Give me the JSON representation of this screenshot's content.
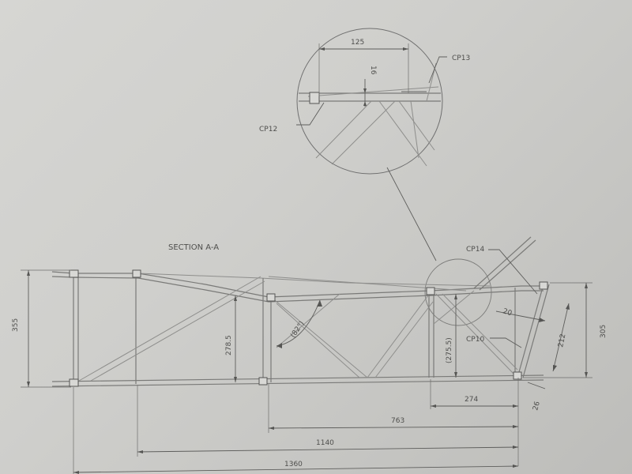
{
  "section": {
    "title": "SECTION A-A"
  },
  "checkpoints": {
    "cp10": "CP10",
    "cp12": "CP12",
    "cp13": "CP13",
    "cp14": "CP14"
  },
  "dimensions": {
    "detail_width": "125",
    "detail_offset": "16",
    "overall_height": "355",
    "web_height": "278.5",
    "angle": "(82°)",
    "inner_height": "(275.5)",
    "gap": "20",
    "end_segment": "212",
    "end_height": "305",
    "end_offset": "26",
    "len_274": "274",
    "len_763": "763",
    "len_1140": "1140",
    "len_1360": "1360"
  }
}
